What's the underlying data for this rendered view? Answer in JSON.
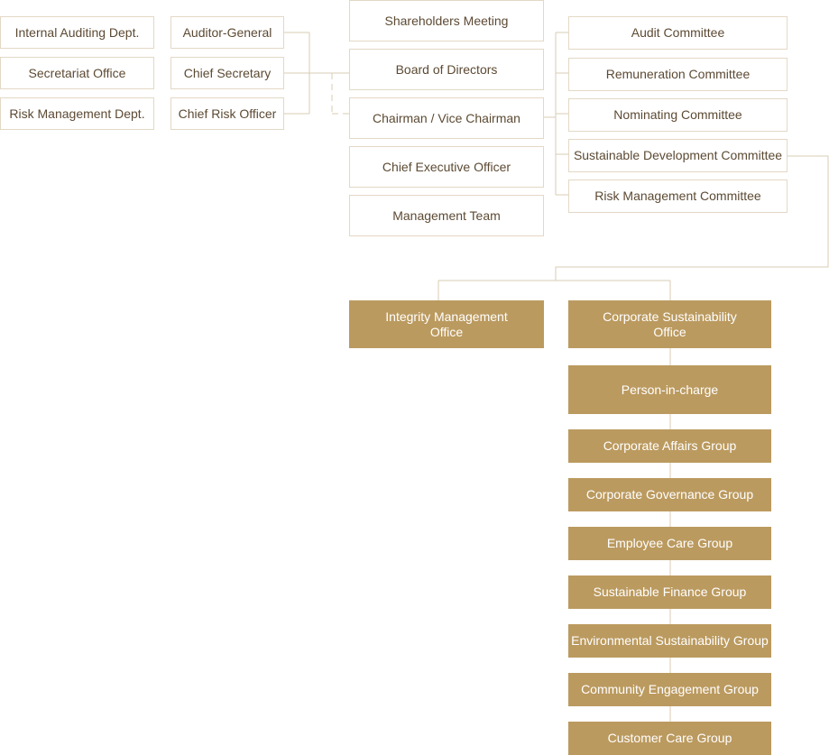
{
  "left_units": [
    "Internal Auditing Dept.",
    "Secretariat Office",
    "Risk Management Dept."
  ],
  "officers": [
    "Auditor-General",
    "Chief Secretary",
    "Chief Risk Officer"
  ],
  "main_chain": [
    "Shareholders Meeting",
    "Board of Directors",
    "Chairman / Vice Chairman",
    "Chief Executive Officer",
    "Management Team"
  ],
  "committees": [
    "Audit Committee",
    "Remuneration Committee",
    "Nominating Committee",
    "Sustainable Development Committee",
    "Risk Management Committee"
  ],
  "offices": {
    "integrity": "Integrity Management\nOffice",
    "sustainability": "Corporate Sustainability\nOffice"
  },
  "person_in_charge": "Person-in-charge",
  "groups": [
    "Corporate Affairs Group",
    "Corporate Governance Group",
    "Employee Care Group",
    "Sustainable Finance Group",
    "Environmental Sustainability Group",
    "Community Engagement Group",
    "Customer Care Group"
  ],
  "colors": {
    "box_border": "#e3d8c5",
    "box_text": "#5c4a33",
    "filled_box": "#bb9a5f",
    "connector": "#d9ccb3"
  }
}
